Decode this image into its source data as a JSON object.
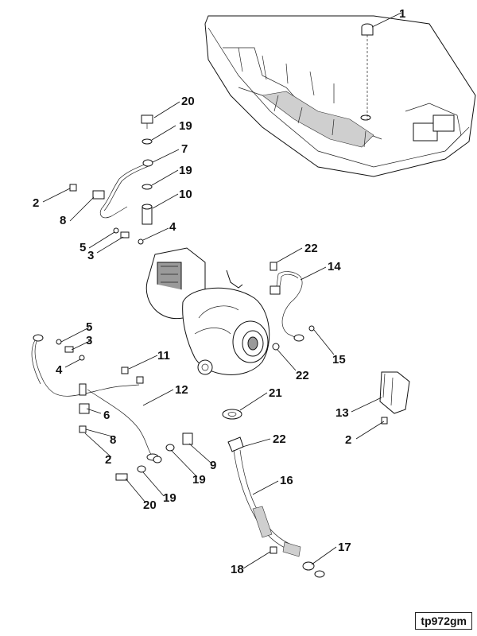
{
  "figure_id": "tp972gm",
  "callouts": [
    {
      "label": "1"
    },
    {
      "label": "20"
    },
    {
      "label": "19"
    },
    {
      "label": "7"
    },
    {
      "label": "19"
    },
    {
      "label": "10"
    },
    {
      "label": "2"
    },
    {
      "label": "8"
    },
    {
      "label": "4"
    },
    {
      "label": "5"
    },
    {
      "label": "3"
    },
    {
      "label": "22"
    },
    {
      "label": "14"
    },
    {
      "label": "5"
    },
    {
      "label": "3"
    },
    {
      "label": "4"
    },
    {
      "label": "15"
    },
    {
      "label": "22"
    },
    {
      "label": "11"
    },
    {
      "label": "12"
    },
    {
      "label": "21"
    },
    {
      "label": "6"
    },
    {
      "label": "13"
    },
    {
      "label": "8"
    },
    {
      "label": "2"
    },
    {
      "label": "22"
    },
    {
      "label": "2"
    },
    {
      "label": "9"
    },
    {
      "label": "19"
    },
    {
      "label": "16"
    },
    {
      "label": "20"
    },
    {
      "label": "19"
    },
    {
      "label": "17"
    },
    {
      "label": "18"
    }
  ]
}
